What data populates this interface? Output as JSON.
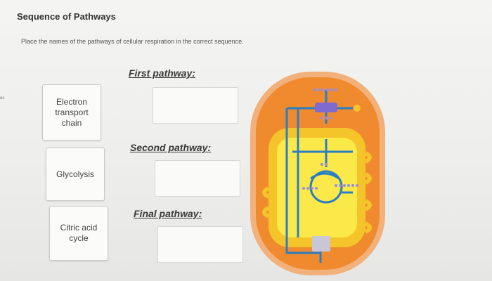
{
  "page": {
    "title": "Sequence of Pathways",
    "instructions": "Place the names of the pathways of cellular respiration in the correct sequence.",
    "edge_tab": "es"
  },
  "drag_items": [
    {
      "label": "Electron\ntransport\nchain"
    },
    {
      "label": "Glycolysis"
    },
    {
      "label": "Citric acid\ncycle"
    }
  ],
  "targets": [
    {
      "label": "First pathway:",
      "value": ""
    },
    {
      "label": "Second pathway:",
      "value": ""
    },
    {
      "label": "Final pathway:",
      "value": ""
    }
  ],
  "diagram": {
    "icon": "cell-respiration-diagram",
    "colors": {
      "cell_outer": "#f2b07a",
      "cytoplasm": "#f08a2e",
      "mito_membrane": "#f5c42a",
      "mito_matrix": "#fbe94a",
      "pathway_lines": "#2b7ec2",
      "complex_purple": "#7f6bd0",
      "complex_gray": "#c9c6d8",
      "molecule_dots": "#9b8ed8"
    }
  }
}
